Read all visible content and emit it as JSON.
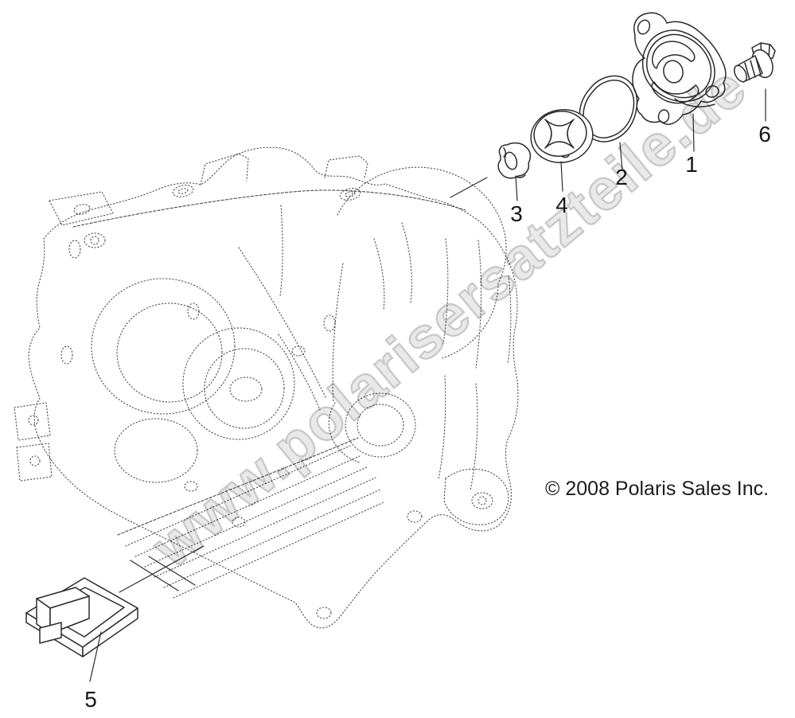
{
  "diagram": {
    "watermark": "www.polarisersatzteile.de",
    "copyright": "© 2008 Polaris Sales Inc.",
    "callouts": [
      {
        "label": "1",
        "part": "oil-pump-cover"
      },
      {
        "label": "2",
        "part": "o-ring"
      },
      {
        "label": "3",
        "part": "pump-inner-rotor"
      },
      {
        "label": "4",
        "part": "pump-rotor-set"
      },
      {
        "label": "5",
        "part": "oil-strainer-screen"
      },
      {
        "label": "6",
        "part": "flange-bolt"
      }
    ],
    "colors": {
      "background": "#ffffff",
      "case_sketch_line": "#4a4a4a",
      "part_line": "#2b2b2b",
      "label_text": "#161616",
      "watermark_fill": "#e8e8e8",
      "watermark_outline": "#c6c6c6"
    }
  }
}
